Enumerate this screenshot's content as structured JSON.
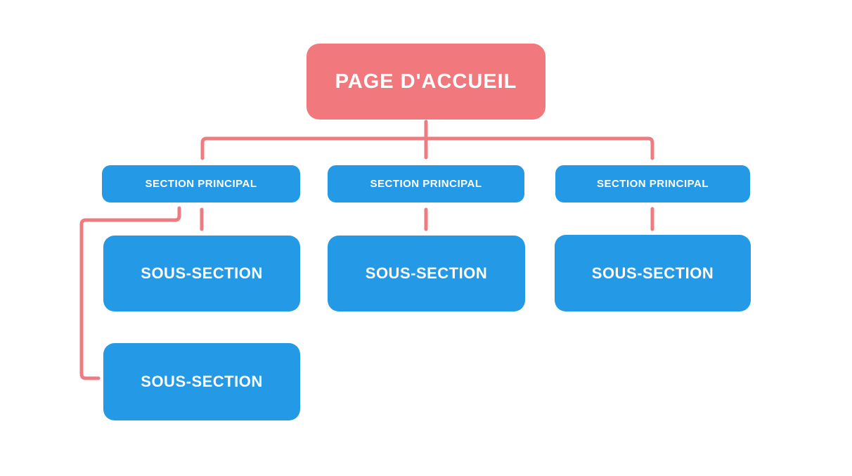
{
  "diagram": {
    "type": "sitemap-tree",
    "root": {
      "label": "PAGE D'ACCUEIL"
    },
    "columns": [
      {
        "section": {
          "label": "SECTION PRINCIPAL"
        },
        "subsections": [
          {
            "label": "SOUS-SECTION"
          },
          {
            "label": "SOUS-SECTION"
          }
        ]
      },
      {
        "section": {
          "label": "SECTION PRINCIPAL"
        },
        "subsections": [
          {
            "label": "SOUS-SECTION"
          }
        ]
      },
      {
        "section": {
          "label": "SECTION PRINCIPAL"
        },
        "subsections": [
          {
            "label": "SOUS-SECTION"
          }
        ]
      }
    ],
    "colors": {
      "root_fill": "#F1797D",
      "node_fill": "#2499E5",
      "connector": "#ED7C80",
      "text": "#FFFFFF",
      "background": "#FFFFFF"
    }
  }
}
